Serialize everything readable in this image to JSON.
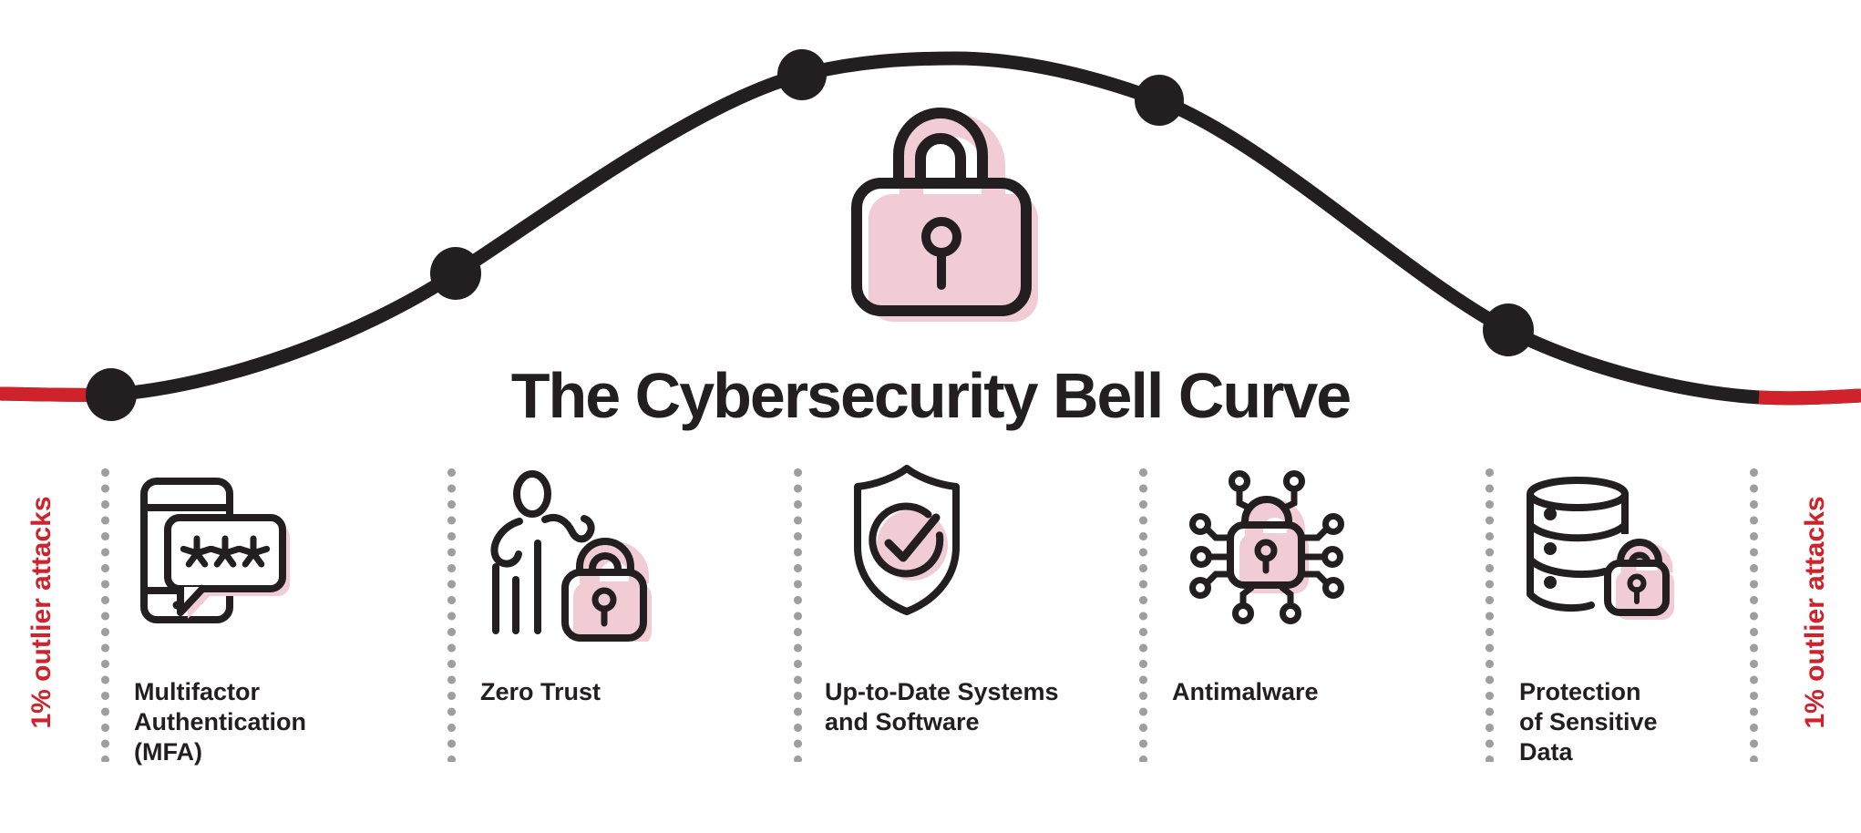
{
  "title": "The Cybersecurity Bell Curve",
  "outlier_left": {
    "label": "1% outlier attacks"
  },
  "outlier_right": {
    "label": "1% outlier attacks"
  },
  "center_icon": "padlock-icon",
  "curve": {
    "dot_count": 5,
    "line_color": "#231f20",
    "tail_color": "#d0222b"
  },
  "columns": [
    {
      "icon": "mfa-phone-password-icon",
      "label": "Multifactor Authentication (MFA)",
      "lines": [
        "Multifactor",
        "Authentication",
        "(MFA)"
      ]
    },
    {
      "icon": "zero-trust-person-lock-icon",
      "label": "Zero Trust",
      "lines": [
        "Zero Trust",
        "",
        ""
      ]
    },
    {
      "icon": "shield-check-icon",
      "label": "Up-to-Date Systems and Software",
      "lines": [
        "Up-to-Date Systems",
        "and Software",
        ""
      ]
    },
    {
      "icon": "circuit-lock-icon",
      "label": "Antimalware",
      "lines": [
        "Antimalware",
        "",
        ""
      ]
    },
    {
      "icon": "database-lock-icon",
      "label": "Protection of Sensitive Data",
      "lines": [
        "Protection",
        "of Sensitive",
        "Data"
      ]
    }
  ],
  "colors": {
    "black": "#231f20",
    "red": "#d0222b",
    "pink": "#f2ccd4",
    "gray_dots": "#9e9e9d",
    "background": "#ffffff"
  }
}
